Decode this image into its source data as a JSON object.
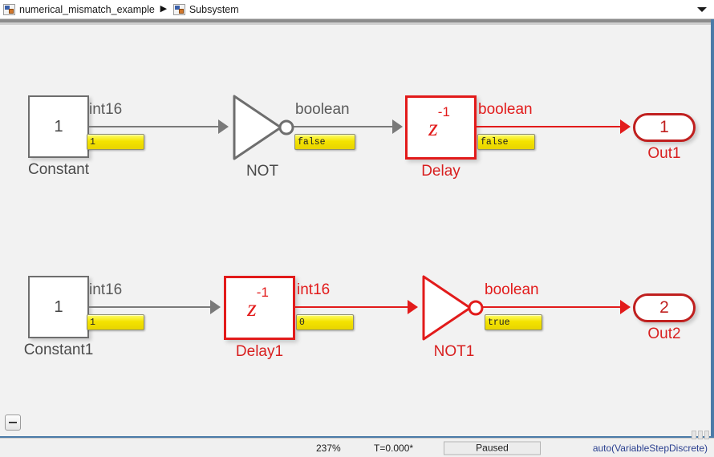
{
  "breadcrumb": {
    "items": [
      {
        "label": "numerical_mismatch_example",
        "icon": "simulink-model-icon"
      },
      {
        "label": "Subsystem",
        "icon": "simulink-subsystem-icon"
      }
    ],
    "separator": "▶",
    "dropdown_icon": "chevron-down-icon"
  },
  "colors": {
    "highlight_red": "#e21b1b",
    "port_red": "#c0201f",
    "normal_gray": "#6e6e6e",
    "wire_gray": "#7a7a7a",
    "badge_yellow": "#f4e300",
    "solver_blue": "#2a3f8f",
    "canvas_bg": "#f2f2f2"
  },
  "diagram": {
    "rows": [
      {
        "id": "row-1",
        "blocks": [
          {
            "name": "Constant",
            "value": "1",
            "type": "constant",
            "highlight": false
          },
          {
            "name": "NOT",
            "type": "logical-not",
            "highlight": false
          },
          {
            "name": "Delay",
            "type": "unit-delay",
            "symbol": "z",
            "exponent": "-1",
            "highlight": true
          }
        ],
        "signals": [
          {
            "datatype": "int16",
            "value": "1",
            "source": "Constant",
            "highlight": false
          },
          {
            "datatype": "boolean",
            "value": "false",
            "source": "NOT",
            "highlight": false
          },
          {
            "datatype": "boolean",
            "value": "false",
            "source": "Delay",
            "highlight": true
          }
        ],
        "output_port": {
          "name": "Out1",
          "number": "1"
        }
      },
      {
        "id": "row-2",
        "blocks": [
          {
            "name": "Constant1",
            "value": "1",
            "type": "constant",
            "highlight": false
          },
          {
            "name": "Delay1",
            "type": "unit-delay",
            "symbol": "z",
            "exponent": "-1",
            "highlight": true
          },
          {
            "name": "NOT1",
            "type": "logical-not",
            "highlight": true
          }
        ],
        "signals": [
          {
            "datatype": "int16",
            "value": "1",
            "source": "Constant1",
            "highlight": false
          },
          {
            "datatype": "int16",
            "value": "0",
            "source": "Delay1",
            "highlight": true
          },
          {
            "datatype": "boolean",
            "value": "true",
            "source": "NOT1",
            "highlight": true
          }
        ],
        "output_port": {
          "name": "Out2",
          "number": "2"
        }
      }
    ]
  },
  "canvas": {
    "collapse_icon": "collapse-minus-icon"
  },
  "statusbar": {
    "zoom": "237%",
    "time": "T=0.000*",
    "state": "Paused",
    "solver": "auto(VariableStepDiscrete)",
    "grip_icon": "resize-grip-icon"
  }
}
